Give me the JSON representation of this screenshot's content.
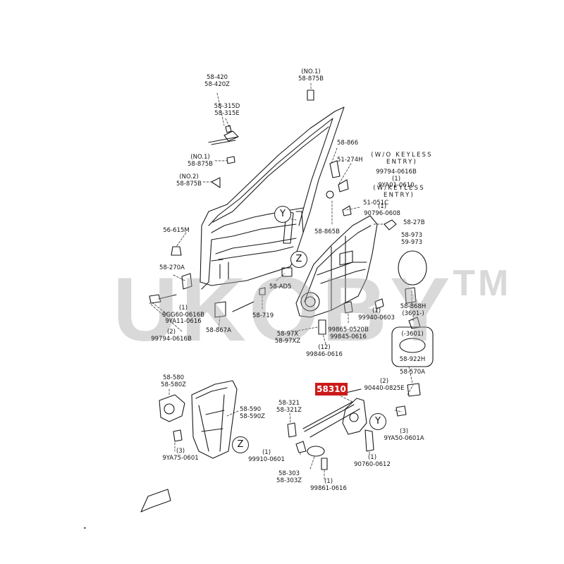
{
  "watermark": {
    "text": "UKOBY",
    "mark": "TM"
  },
  "highlight_part": "58310",
  "callouts": {
    "y1": "Y",
    "z1": "Z",
    "z2": "Z",
    "y2": "Y"
  },
  "labels": {
    "l01": [
      "58-420",
      "58-420Z"
    ],
    "l02": [
      "58-315D",
      "58-315E"
    ],
    "l03": [
      "(NO.1)",
      "58-875B"
    ],
    "l04": [
      "(NO.1)",
      "58-875B"
    ],
    "l05": [
      "(NO.2)",
      "58-875B"
    ],
    "l06": [
      "58-866"
    ],
    "l07": [
      "51-274H"
    ],
    "l08": [
      "(W/O KEYLESS",
      "ENTRY)"
    ],
    "l09": [
      "99794-0616B",
      "(1)",
      "9YA01-0610"
    ],
    "l10": [
      "(W/KEYLESS",
      "ENTRY)"
    ],
    "l11": [
      "51-051C"
    ],
    "l12": [
      "(1)",
      "90796-0608"
    ],
    "l13": [
      "58-27B"
    ],
    "l14": [
      "58-865B"
    ],
    "l15": [
      "56-615M"
    ],
    "l16": [
      "58-973",
      "59-973"
    ],
    "l17": [
      "58-270A"
    ],
    "l18": [
      "58-AD5"
    ],
    "l19": [
      "58-868H",
      "(3601-)"
    ],
    "l20": [
      "(1)",
      "9GG60-0616B",
      "9YA11-0616"
    ],
    "l21": [
      "(2)",
      "99794-0616B"
    ],
    "l22": [
      "58-867A"
    ],
    "l23": [
      "58-719"
    ],
    "l24": [
      "(1)",
      "99940-0603"
    ],
    "l25": [
      "99865-0520B",
      "99845-0616"
    ],
    "l26": [
      "58-97X",
      "58-97XZ"
    ],
    "l27": [
      "(12)",
      "99846-0616"
    ],
    "l28": [
      "(-3601)"
    ],
    "l29": [
      "58-922H"
    ],
    "l30": [
      "58-570A"
    ],
    "l31": [
      "58-580",
      "58-580Z"
    ],
    "l32": [
      "(2)",
      "90440-0825E"
    ],
    "l33": [
      "58-321",
      "58-321Z"
    ],
    "l34": [
      "58-590",
      "58-590Z"
    ],
    "l35": [
      "(3)",
      "9YA75-0601"
    ],
    "l36": [
      "(3)",
      "9YA50-0601A"
    ],
    "l37": [
      "(1)",
      "99910-0601"
    ],
    "l38": [
      "(1)",
      "90760-0612"
    ],
    "l39": [
      "58-303",
      "58-303Z"
    ],
    "l40": [
      "(1)",
      "99861-0616"
    ]
  }
}
